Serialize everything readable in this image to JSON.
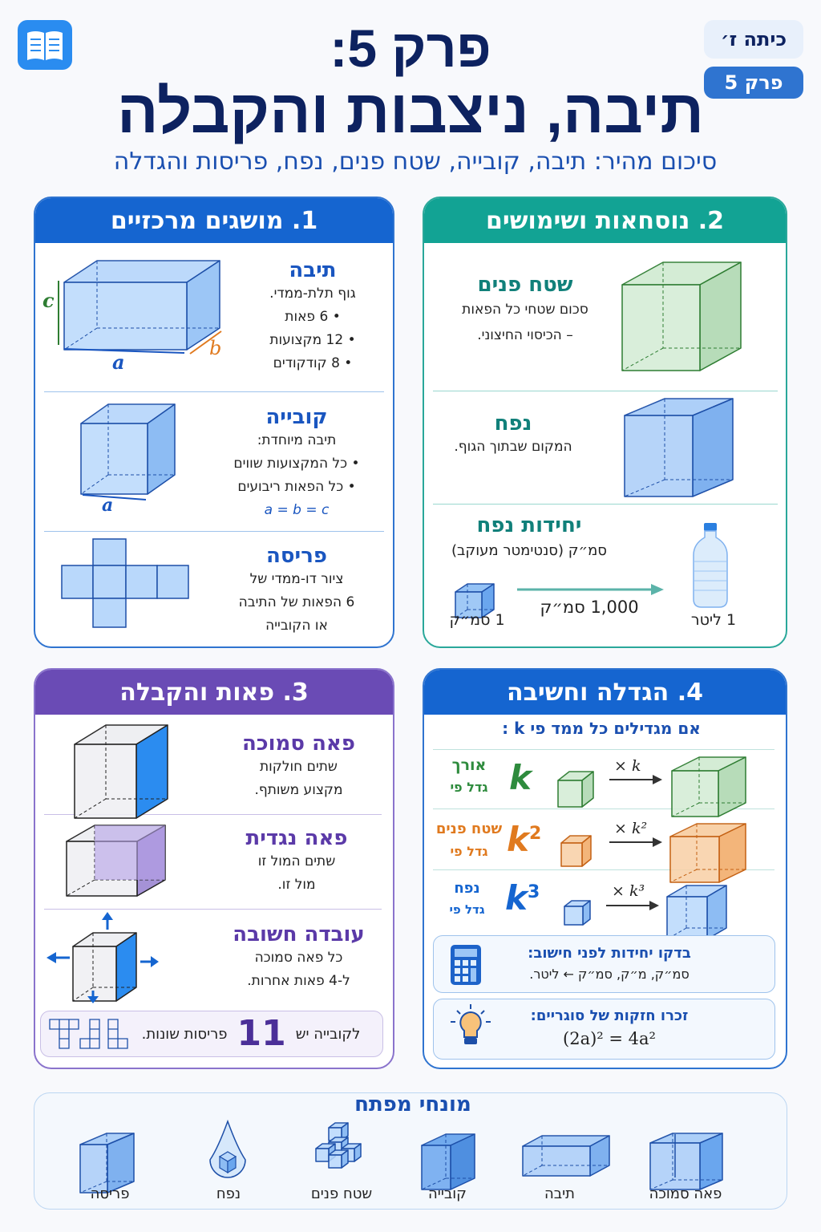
{
  "header": {
    "title_line1": "פרק 5:",
    "title_line2": "תיבה, ניצבות והקבלה",
    "subtitle": "סיכום מהיר: תיבה, קובייה, שטח פנים, נפח, פריסות והגדלה",
    "grade_badge": "כיתה ז׳",
    "chapter_badge": "פרק 5",
    "logo_icon": "open-book-icon"
  },
  "panel1": {
    "title": "1. מושגים מרכזיים",
    "color": "#1565d0",
    "box": {
      "title": "תיבה",
      "desc": "גוף תלת-ממדי.",
      "bullets": [
        "6 פאות",
        "12 מקצועות",
        "8 קודקודים"
      ],
      "labels": {
        "a": "a",
        "b": "b",
        "c": "c"
      }
    },
    "cube": {
      "title": "קובייה",
      "desc": "תיבה מיוחדת:",
      "bullets": [
        "כל המקצועות שווים",
        "כל הפאות ריבועים"
      ],
      "formula": "a = b = c",
      "label_a": "a"
    },
    "net": {
      "title": "פריסה",
      "lines": [
        "ציור דו-ממדי של",
        "6 הפאות של התיבה",
        "או הקובייה"
      ]
    }
  },
  "panel2": {
    "title": "2. נוסחאות ושימושים",
    "color": "#12a394",
    "surface": {
      "title": "שטח פנים",
      "lines": [
        "סכום שטחי כל הפאות",
        "– הכיסוי החיצוני."
      ]
    },
    "volume": {
      "title": "נפח",
      "lines": [
        "המקום שבתוך הגוף."
      ]
    },
    "units": {
      "title": "יחידות נפח",
      "desc": "סמ״ק (סנטימטר מעוקב)",
      "small": "1 סמ״ק",
      "arrow": "1,000 סמ״ק",
      "liter": "1 ליטר"
    }
  },
  "panel3": {
    "title": "3. פאות והקבלה",
    "color": "#6a4bb5",
    "adjacent": {
      "title": "פאה סמוכה",
      "lines": [
        "שתים חולקות",
        "מקצוע משותף."
      ]
    },
    "opposite": {
      "title": "פאה נגדית",
      "lines": [
        "שתים המול זו",
        "מול זו."
      ]
    },
    "fact": {
      "title": "עובדה חשובה",
      "lines": [
        "כל פאה סמוכה",
        "ל-4 פאות אחרות."
      ]
    },
    "nets_note": {
      "prefix": "לקובייה יש",
      "number": "11",
      "suffix": "פריסות שונות."
    }
  },
  "panel4": {
    "title": "4. הגדלה וחשיבה",
    "color": "#1565d0",
    "intro": "אם מגדילים כל ממד פי k :",
    "rows": [
      {
        "label": "אורך",
        "sub": "גדל פי",
        "factor": "k",
        "exp": "",
        "mult": "× k",
        "color": "#2e8b3d"
      },
      {
        "label": "שטח פנים",
        "sub": "גדל פי",
        "factor": "k",
        "exp": "2",
        "mult": "× k²",
        "color": "#e07a1f"
      },
      {
        "label": "נפח",
        "sub": "גדל פי",
        "factor": "k",
        "exp": "3",
        "mult": "× k³",
        "color": "#1565d0"
      }
    ],
    "tip1": {
      "title": "בדקו יחידות לפני חישוב:",
      "text": "סמ״ק, מ״ק, סמ״ק ← ליטר.",
      "icon": "calculator-icon"
    },
    "tip2": {
      "title": "זכרו חזקות של סוגריים:",
      "text": "(2a)² = 4a²",
      "icon": "lightbulb-icon"
    }
  },
  "key_terms": {
    "title": "מונחי מפתח",
    "items": [
      "פאה סמוכה",
      "תיבה",
      "קובייה",
      "שטח פנים",
      "נפח",
      "פריסה"
    ]
  }
}
